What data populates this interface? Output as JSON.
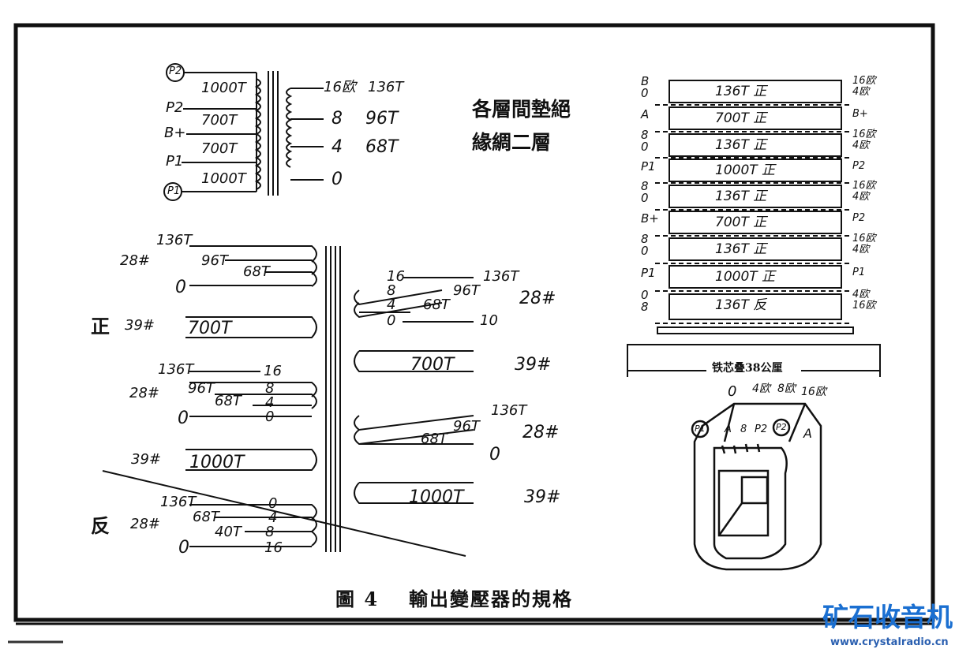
{
  "schematic": {
    "primary": {
      "p2": "P2",
      "p2_tap": "P2",
      "b_plus": "B+",
      "p1_tap": "P1",
      "p1": "P1",
      "windings": [
        "1000T",
        "700T",
        "700T",
        "1000T"
      ]
    },
    "secondary": {
      "taps": [
        "16欧",
        "8",
        "4",
        "0"
      ],
      "turns": [
        "136T",
        "96T",
        "68T"
      ]
    }
  },
  "insulation_note": [
    "各層間墊絕",
    "緣綢二層"
  ],
  "left_layers": {
    "label_zheng": "正",
    "label_fan": "反",
    "g1": {
      "wire": "28#",
      "t136": "136T",
      "t96": "96T",
      "t68": "68T",
      "zero": "0"
    },
    "g2": {
      "wire": "39#",
      "turns": "700T"
    },
    "g3": {
      "wire": "28#",
      "t136": "136T",
      "t96": "96T",
      "t68": "68T",
      "zero": "0",
      "tap16": "16",
      "tap8": "8",
      "tap4": "4",
      "tap0": "0"
    },
    "g4": {
      "wire": "39#",
      "turns": "1000T"
    },
    "g5": {
      "wire": "28#",
      "t136": "136T",
      "t68": "68T",
      "t40": "40T",
      "zero": "0",
      "tap0": "0",
      "tap4": "4",
      "tap8": "8",
      "tap16": "16"
    }
  },
  "mid_layers": {
    "g1": {
      "tap16": "16",
      "tap8": "8",
      "tap4": "4",
      "tap0": "0",
      "t136": "136T",
      "t96": "96T",
      "t68": "68T",
      "t10": "10",
      "wire": "28#"
    },
    "g2": {
      "turns": "700T",
      "wire": "39#"
    },
    "g3": {
      "t136": "136T",
      "t96": "96T",
      "t68": "68T",
      "zero": "0",
      "wire": "28#"
    },
    "g4": {
      "turns": "1000T",
      "wire": "39#"
    }
  },
  "stack": {
    "rows": [
      {
        "left": [
          "B",
          "0"
        ],
        "text": "136T 正",
        "right": [
          "16欧",
          "4欧"
        ]
      },
      {
        "left": [
          "A"
        ],
        "text": "700T 正",
        "right": [
          "B+"
        ]
      },
      {
        "left": [
          "8",
          "0"
        ],
        "text": "136T 正",
        "right": [
          "16欧",
          "4欧"
        ]
      },
      {
        "left": [
          "P1"
        ],
        "text": "1000T 正",
        "right": [
          "P2"
        ]
      },
      {
        "left": [
          "8",
          "0"
        ],
        "text": "136T 正",
        "right": [
          "16欧",
          "4欧"
        ]
      },
      {
        "left": [
          "B+"
        ],
        "text": "700T 正",
        "right": [
          "P2"
        ]
      },
      {
        "left": [
          "8",
          "0"
        ],
        "text": "136T 正",
        "right": [
          "16欧",
          "4欧"
        ]
      },
      {
        "left": [
          "P1"
        ],
        "text": "1000T 正",
        "right": [
          "P1"
        ]
      },
      {
        "left": [
          "0",
          "8"
        ],
        "text": "136T 反",
        "right": [
          "4欧",
          "16欧"
        ]
      }
    ],
    "core_label": "铁芯叠38公厘",
    "bobbin_taps": [
      "0",
      "4欧",
      "8欧",
      "16欧"
    ],
    "bobbin_leads": [
      "P1",
      "A",
      "8",
      "P2",
      "P2",
      "A"
    ]
  },
  "caption": {
    "fig": "圖 4",
    "title": "輸出變壓器的規格"
  },
  "watermark": {
    "logo": "矿石收音机",
    "url": "www.crystalradio.cn"
  }
}
